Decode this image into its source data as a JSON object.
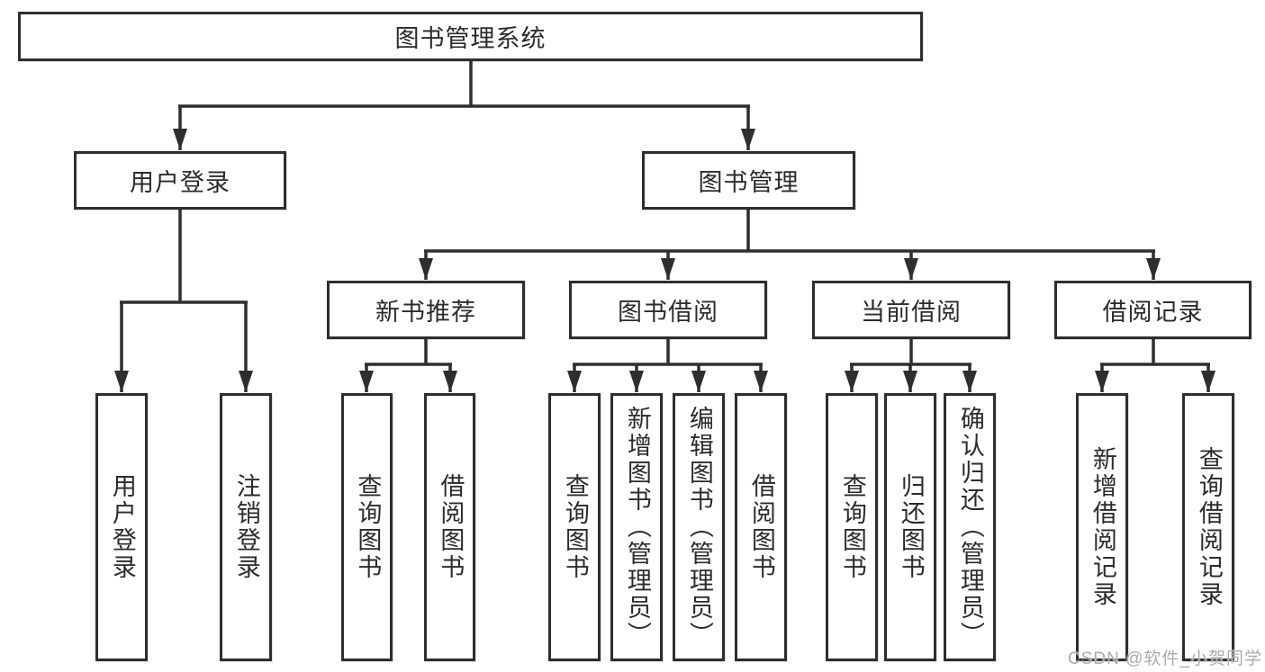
{
  "tree": {
    "root": {
      "label": "图书管理系统"
    },
    "branches": [
      {
        "label": "用户登录",
        "children": [
          {
            "label": "用户登录"
          },
          {
            "label": "注销登录"
          }
        ]
      },
      {
        "label": "图书管理",
        "children": [
          {
            "label": "新书推荐",
            "children": [
              {
                "label": "查询图书"
              },
              {
                "label": "借阅图书"
              }
            ]
          },
          {
            "label": "图书借阅",
            "children": [
              {
                "label": "查询图书"
              },
              {
                "label": "新增图书（管理员）"
              },
              {
                "label": "编辑图书（管理员）"
              },
              {
                "label": "借阅图书"
              }
            ]
          },
          {
            "label": "当前借阅",
            "children": [
              {
                "label": "查询图书"
              },
              {
                "label": "归还图书"
              },
              {
                "label": "确认归还（管理员）"
              }
            ]
          },
          {
            "label": "借阅记录",
            "children": [
              {
                "label": "新增借阅记录"
              },
              {
                "label": "查询借阅记录"
              }
            ]
          }
        ]
      }
    ]
  },
  "watermark": {
    "text": "CSDN @软件_小贺同学"
  },
  "colors": {
    "line": "#2e2e2e",
    "box_border": "#2e2e2e",
    "box_fill": "#ffffff",
    "text": "#2b2b2b",
    "watermark": "#ababab",
    "background": "#ffffff"
  }
}
